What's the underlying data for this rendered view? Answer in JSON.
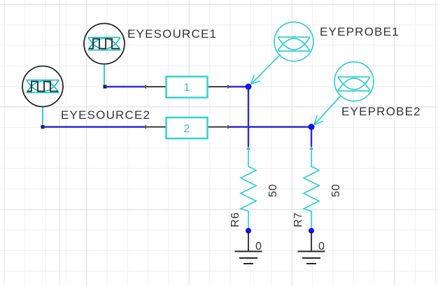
{
  "colors": {
    "wire_blue": "#2d2dd6",
    "node_blue": "#1414ee",
    "cyan": "#00bfc6",
    "cyan_light": "#35cfcf",
    "ink": "#262626",
    "text": "#333333",
    "background": "#ffffff",
    "grid_minor": "#eeebf8",
    "grid_major": "#e2ddf2"
  },
  "components": {
    "eyesource1": {
      "label": "EYESOURCE1"
    },
    "eyesource2": {
      "label": "EYESOURCE2"
    },
    "eyeprobe1": {
      "label": "EYEPROBE1"
    },
    "eyeprobe2": {
      "label": "EYEPROBE2"
    },
    "channel1": {
      "label": "1"
    },
    "channel2": {
      "label": "2"
    },
    "resistor_r6": {
      "name": "R6",
      "value": "50"
    },
    "resistor_r7": {
      "name": "R7",
      "value": "50"
    },
    "ground1": {
      "label": "0"
    },
    "ground2": {
      "label": "0"
    }
  }
}
